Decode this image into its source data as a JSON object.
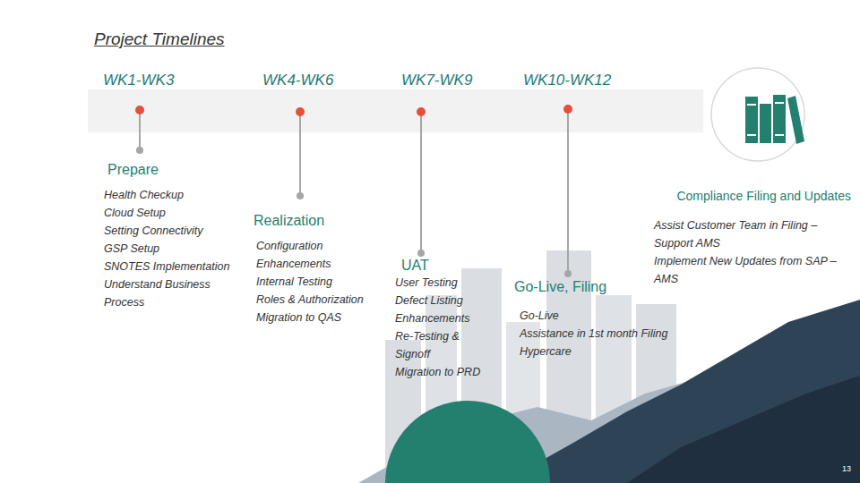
{
  "diagram": {
    "title": "Project Timelines",
    "labels": [
      "WK1-WK3",
      "WK4-WK6",
      "WK7-WK9",
      "WK10-WK12",
      "Prepare",
      "Health Checkup",
      "Cloud Setup",
      "Setting Connectivity",
      "GSP Setup",
      "SNOTES Implementation",
      "Understand Business Process",
      "Realization",
      "Configuration",
      "Enhancements",
      "Internal Testing",
      "Roles & Authorization",
      "Migration to QAS",
      "UAT",
      "User Testing",
      "Defect Listing",
      "Enhancements",
      "Re-Testing & Signoff",
      "Migration to PRD",
      "Go-Live, Filing",
      "Go-Live",
      "Assistance in 1st month Filing",
      "Hypercare",
      "Compliance Filing and Updates",
      "Assist Customer Team in Filing – Support AMS",
      "Implement New Updates from SAP – AMS",
      "13"
    ]
  }
}
